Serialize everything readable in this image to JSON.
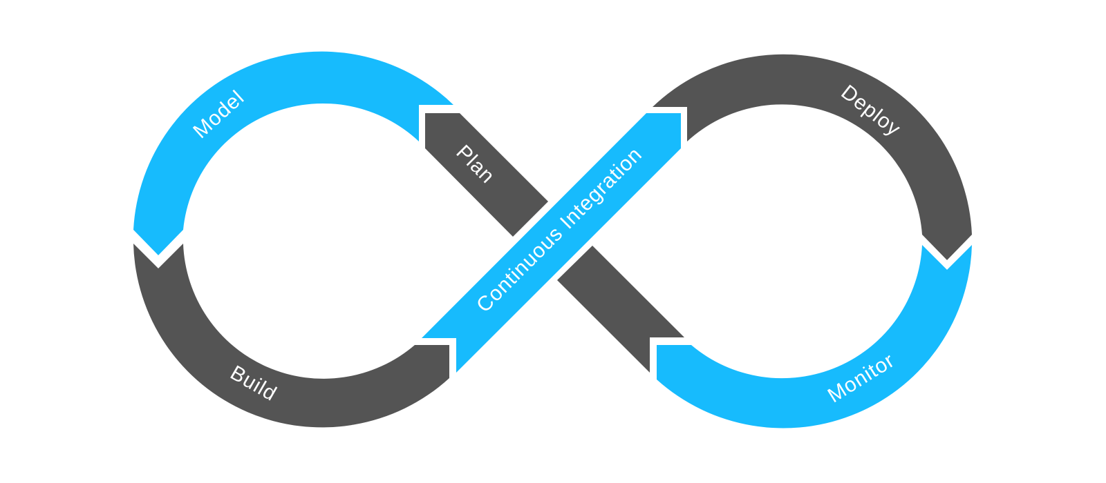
{
  "colors": {
    "blue": "#17bbfd",
    "gray": "#545454",
    "label": "#ffffff",
    "background": "#ffffff"
  },
  "stages": {
    "model": "Model",
    "plan": "Plan",
    "build": "Build",
    "continuous_integration": "Continuous Integration",
    "deploy": "Deploy",
    "monitor": "Monitor"
  }
}
